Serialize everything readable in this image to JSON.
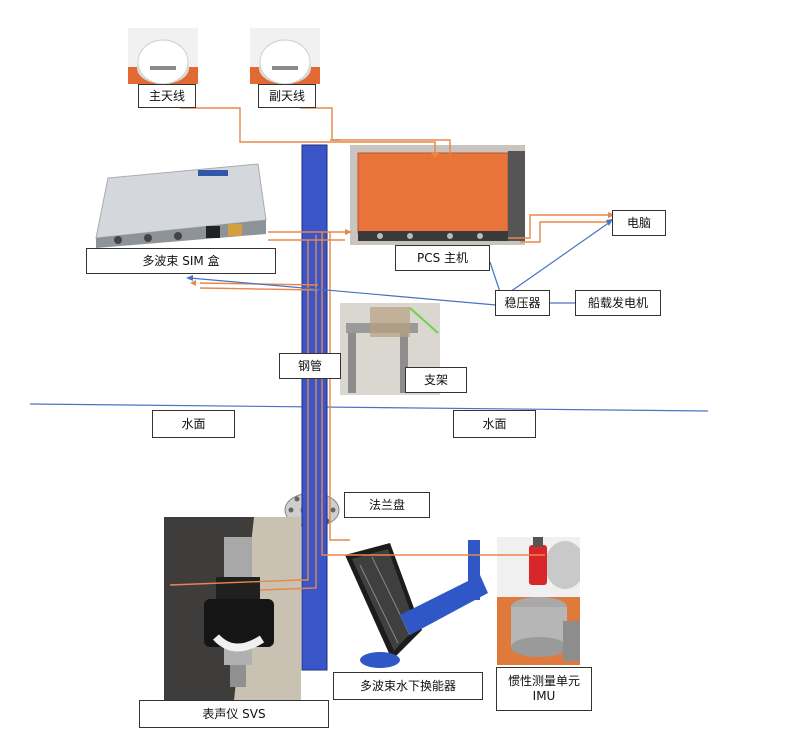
{
  "labels": {
    "main_antenna": "主天线",
    "sub_antenna": "副天线",
    "sim_box": "多波束 SIM 盒",
    "pcs_host": "PCS  主机",
    "computer": "电脑",
    "stabilizer": "稳压器",
    "generator": "船载发电机",
    "steel_pipe": "钢管",
    "bracket": "支架",
    "water_left": "水面",
    "water_right": "水面",
    "flange": "法兰盘",
    "transducer": "多波束水下换能器",
    "imu_line1": "惯性测量单元",
    "imu_line2": "IMU",
    "svs": "表声仪  SVS"
  },
  "colors": {
    "cable": "#e8874a",
    "power": "#4a72c4",
    "pipe": "#3a55c8",
    "water": "#4a72c4",
    "pcs_orange": "#e8743a"
  },
  "icons": [
    "antenna-dome-icon",
    "pcs-host-icon",
    "sim-box-icon",
    "bracket-icon",
    "flange-icon",
    "svs-sensor-icon",
    "transducer-icon",
    "imu-icon"
  ]
}
